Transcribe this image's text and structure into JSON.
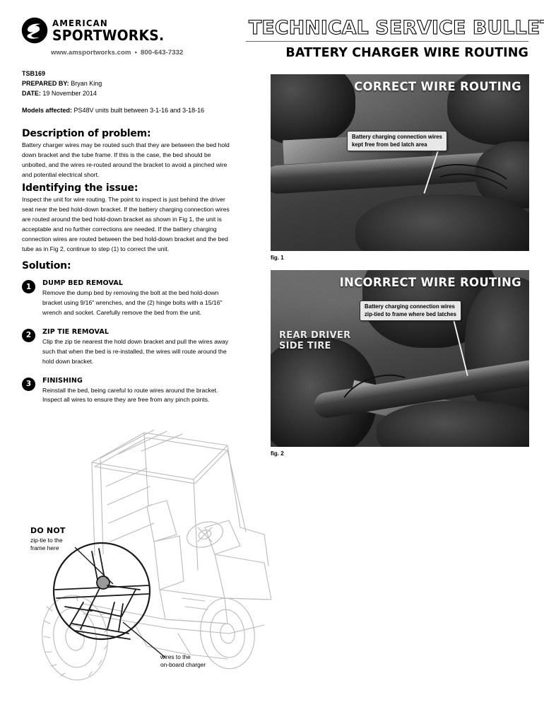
{
  "brand": {
    "logo_icon": "sportworks-swoosh-logo",
    "name_line1": "AMERICAN",
    "name_line2": "SPORTWORKS.",
    "website": "www.amsportworks.com",
    "separator": "•",
    "phone": "800-643-7332"
  },
  "banner": {
    "title": "TECHNICAL SERVICE BULLETIN",
    "subtitle": "BATTERY CHARGER WIRE ROUTING"
  },
  "meta": {
    "tsb_number": "TSB169",
    "prepared_by_label": "PREPARED BY:",
    "prepared_by_value": "Bryan King",
    "date_label": "DATE:",
    "date_value": "19 November 2014",
    "models_label": "Models affected:",
    "models_value": "PS48V units built between 3-1-16 and 3-18-16"
  },
  "description": {
    "heading": "Description of problem:",
    "text": "Battery charger wires may be routed such that they are between the bed hold down bracket and the tube frame.  If this is the case, the bed should be unbolted, and the wires re-routed around the bracket to avoid a pinched wire and potential electrical short."
  },
  "identifying": {
    "heading": "Identifying the issue:",
    "text": "Inspect the unit for wire routing.  The point to inspect is just behind the driver seat near the bed hold-down bracket. If the battery charging connection wires are routed around the bed hold-down bracket as shown in Fig 1, the unit is acceptable and no further corrections are needed. If the battery charging connection wires are routed between the bed hold-down bracket and the bed tube as in Fig 2, continue to step (1) to correct the unit."
  },
  "solution": {
    "heading": "Solution:",
    "steps": [
      {
        "number": "1",
        "title": "DUMP BED REMOVAL",
        "text": "Remove the dump bed by removing the bolt at the bed hold-down bracket using 9/16\" wrenches, and the (2) hinge bolts with a 15/16\" wrench and socket. Carefully remove the bed from the unit."
      },
      {
        "number": "2",
        "title": "ZIP TIE REMOVAL",
        "text": "Clip the zip tie nearest the hold down bracket and pull the wires away such that when the bed is re-installed, the wires will route around the hold down bracket."
      },
      {
        "number": "3",
        "title": "FINISHING",
        "text": "Reinstall the bed, being careful to route wires around the bracket. Inspect all wires to ensure they are free from any pinch points."
      }
    ]
  },
  "figures": [
    {
      "id": "fig-1",
      "title": "CORRECT WIRE ROUTING",
      "callout": "Battery charging connection wires kept free from bed latch area",
      "callout_line1": "Battery charging connection wires",
      "callout_line2": "kept free from bed latch area",
      "side_label": "",
      "caption": "fig. 1"
    },
    {
      "id": "fig-2",
      "title": "INCORRECT WIRE ROUTING",
      "callout": "Battery charging connection wires zip-tied to frame where bed latches",
      "callout_line1": "Battery charging connection wires",
      "callout_line2": "zip-tied to frame where bed latches",
      "side_label_line1": "REAR DRIVER",
      "side_label_line2": "SIDE TIRE",
      "caption": "fig. 2"
    }
  ],
  "line_drawing": {
    "subject": "utv-side-view-with-detail-circle",
    "annotation_donot_strong": "DO NOT",
    "annotation_donot_line1": "zip-tie to the",
    "annotation_donot_line2": "frame here",
    "annotation_charger_line1": "wires to the",
    "annotation_charger_line2": "on-board charger"
  },
  "colors": {
    "text": "#000000",
    "muted": "#555555",
    "rule": "#6a6a6a",
    "photo_bg": "#4a4a4a",
    "callout_bg": "#e8e8e8"
  }
}
